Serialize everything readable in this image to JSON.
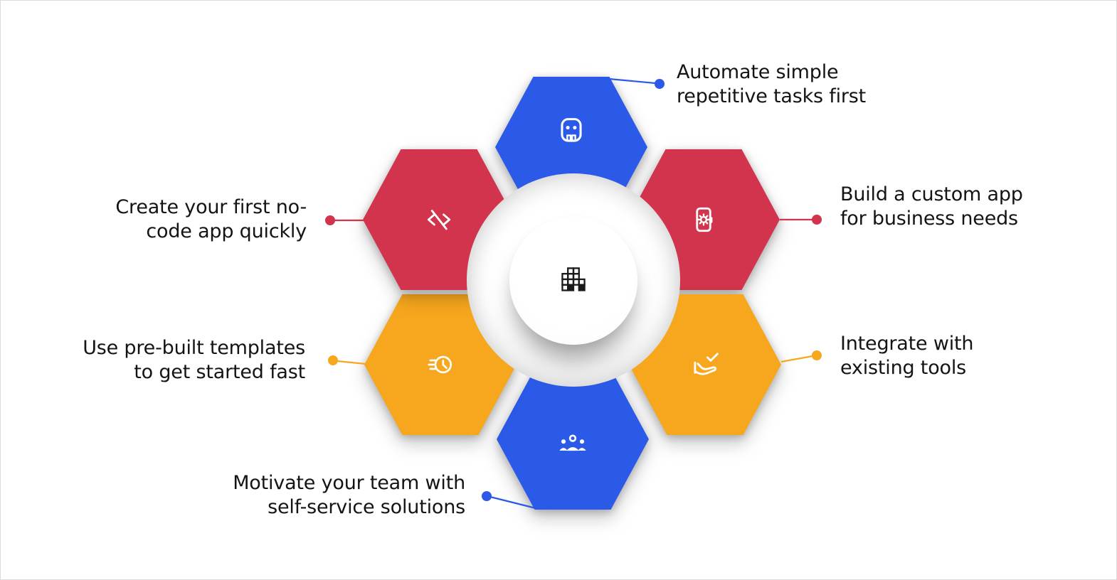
{
  "canvas": {
    "background": "#ffffff",
    "border_color": "#dcdcdc"
  },
  "palette": {
    "blue": "#2B59E8",
    "red": "#D1344C",
    "yellow": "#F6A71D",
    "text": "#141414"
  },
  "center": {
    "icon": "building-blocks-icon"
  },
  "items": [
    {
      "id": "automate",
      "icon": "robot-icon",
      "color": "#2B59E8",
      "label_lines": [
        "Automate simple",
        "repetitive tasks first"
      ]
    },
    {
      "id": "build-custom-app",
      "icon": "mobile-app-gear-icon",
      "color": "#D1344C",
      "label_lines": [
        "Build a custom app",
        "for business needs"
      ]
    },
    {
      "id": "integrate",
      "icon": "hand-check-icon",
      "color": "#F6A71D",
      "label_lines": [
        "Integrate with",
        "existing tools"
      ]
    },
    {
      "id": "motivate-team",
      "icon": "team-icon",
      "color": "#2B59E8",
      "label_lines": [
        "Motivate your team with",
        "self-service solutions"
      ]
    },
    {
      "id": "templates",
      "icon": "speed-clock-icon",
      "color": "#F6A71D",
      "label_lines": [
        "Use pre-built templates",
        "to get started fast"
      ]
    },
    {
      "id": "no-code-app",
      "icon": "no-code-icon",
      "color": "#D1344C",
      "label_lines": [
        "Create your first no-",
        "code app quickly"
      ]
    }
  ]
}
